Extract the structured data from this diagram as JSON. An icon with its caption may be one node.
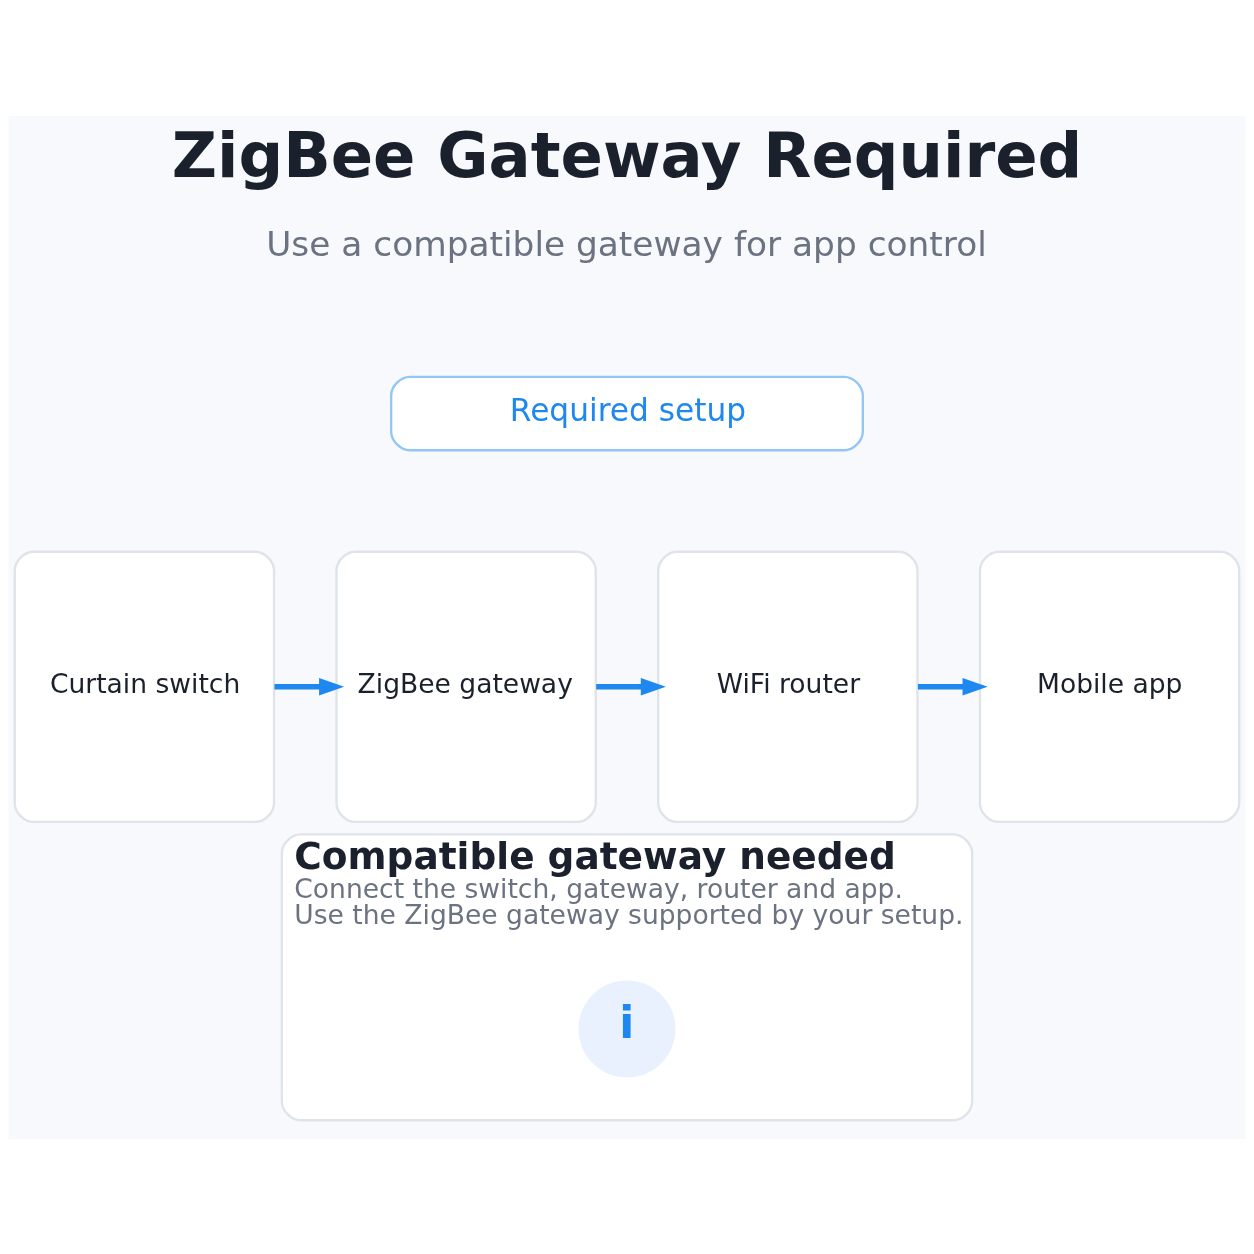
{
  "diagram": {
    "title": "ZigBee Gateway Required",
    "nodes": [
      {
        "text": [
          "Required setup"
        ]
      },
      {
        "text": [
          "Curtain switch"
        ]
      },
      {
        "text": [
          "ZigBee gateway"
        ]
      },
      {
        "text": [
          "WiFi router"
        ]
      },
      {
        "text": [
          "Mobile app"
        ]
      },
      {
        "text": [
          "Compatible gateway needed",
          "Connect the switch, gateway, router and app.",
          "Use the ZigBee gateway supported by your setup."
        ]
      },
      {
        "text": [
          "i"
        ],
        "in": 5
      }
    ],
    "edges": [
      {
        "from": 1,
        "to": 2,
        "arrow": "to"
      },
      {
        "from": 2,
        "to": 3,
        "arrow": "to"
      },
      {
        "from": 3,
        "to": 4,
        "arrow": "to"
      }
    ],
    "labels": [
      "Use a compatible gateway for app control"
    ]
  }
}
